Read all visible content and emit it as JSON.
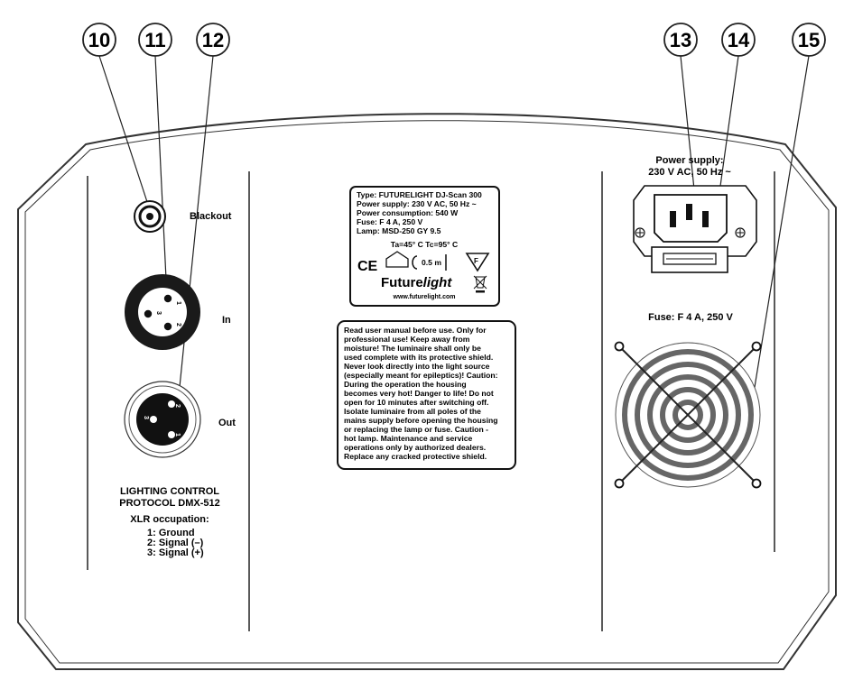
{
  "callouts": [
    {
      "number": "10"
    },
    {
      "number": "11"
    },
    {
      "number": "12"
    },
    {
      "number": "13"
    },
    {
      "number": "14"
    },
    {
      "number": "15"
    }
  ],
  "left_panel": {
    "blackout_label": "Blackout",
    "in_label": "In",
    "out_label": "Out",
    "xlr_in_pins": [
      "1",
      "3",
      "2"
    ],
    "xlr_out_pins": [
      "2",
      "3",
      "1"
    ],
    "protocol_line1": "LIGHTING CONTROL",
    "protocol_line2": "PROTOCOL DMX-512",
    "occupation_title": "XLR occupation:",
    "occupation_items": [
      "1: Ground",
      "2: Signal (–)",
      "3: Signal (+)"
    ]
  },
  "type_plate": {
    "lines": [
      "Type: FUTURELIGHT DJ-Scan 300",
      "Power supply: 230 V AC, 50 Hz ~",
      "Power consumption: 540 W",
      "Fuse: F 4 A, 250 V",
      "Lamp: MSD-250 GY 9.5"
    ],
    "temps": "Ta=45° C  Tc=95° C",
    "ce_mark": "CE",
    "distance": "0.5 m",
    "f_mark": "F",
    "brand_prefix": "Future",
    "brand_suffix": "light",
    "website": "www.futurelight.com"
  },
  "warning": {
    "lines": [
      "Read user manual before use. Only for",
      "professional use! Keep away from",
      "moisture! The luminaire shall only be",
      "used complete with its protective shield.",
      "Never look directly into the light source",
      "(especially meant for epileptics)! Caution:",
      "During the operation the housing",
      "becomes very hot! Danger to life! Do not",
      "open for 10 minutes after switching off.",
      "Isolate luminaire from all poles of the",
      "mains supply before opening the housing",
      "or  replacing the lamp or fuse. Caution -",
      "hot lamp. Maintenance and service",
      "operations only by authorized dealers.",
      "Replace any cracked protective shield."
    ]
  },
  "right_panel": {
    "power_line1": "Power supply:",
    "power_line2": "230 V AC, 50 Hz ~",
    "fuse_label": "Fuse: F 4 A, 250 V"
  }
}
